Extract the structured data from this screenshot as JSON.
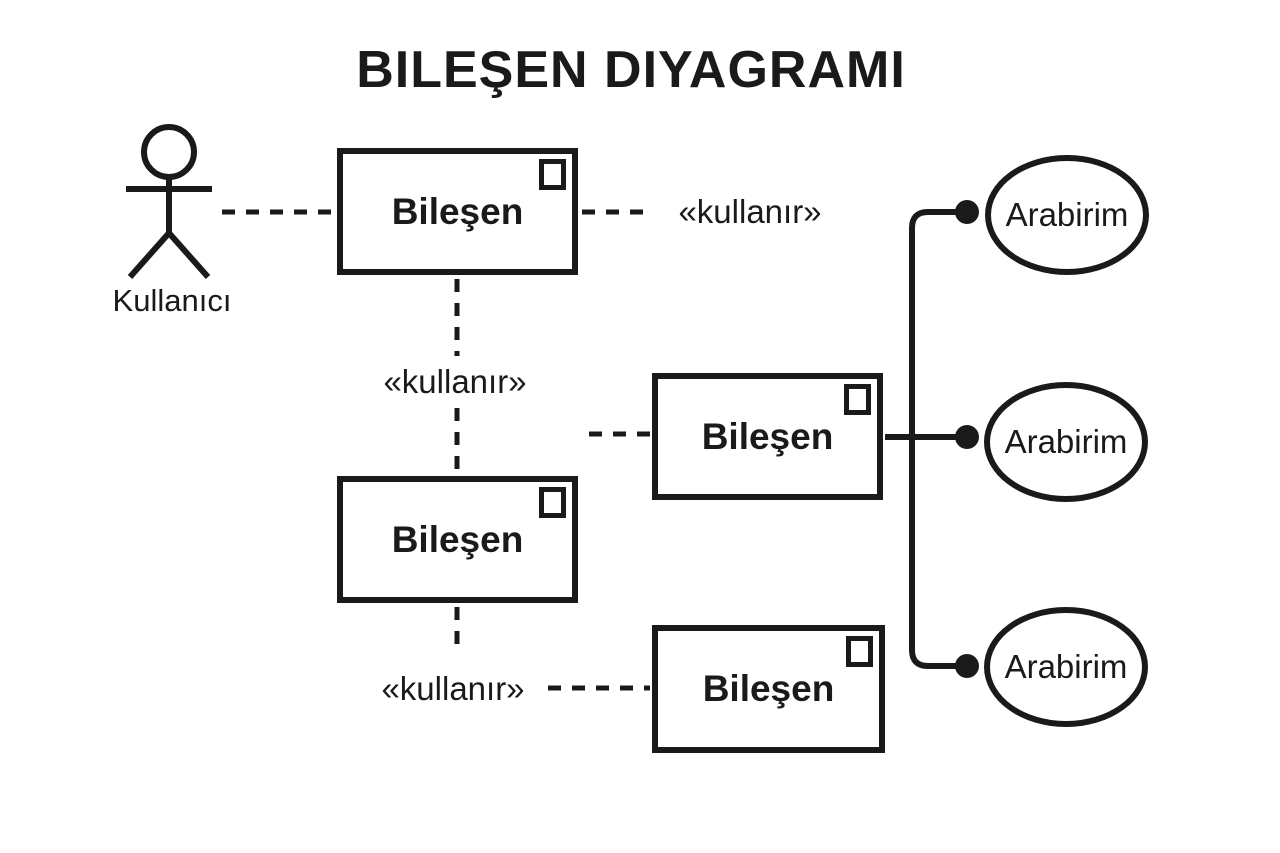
{
  "title": "BILEŞEN DIYAGRAMI",
  "colors": {
    "ink": "#1a1a1a",
    "background": "#ffffff"
  },
  "actor": {
    "label": "Kullanıcı"
  },
  "components": [
    {
      "label": "Bileşen"
    },
    {
      "label": "Bileşen"
    },
    {
      "label": "Bileşen"
    },
    {
      "label": "Bileşen"
    }
  ],
  "interfaces": [
    {
      "label": "Arabirim"
    },
    {
      "label": "Arabirim"
    },
    {
      "label": "Arabirim"
    }
  ],
  "connector_labels": [
    {
      "text": "«kullanır»"
    },
    {
      "text": "«kullanır»"
    },
    {
      "text": "«kullanır»"
    }
  ]
}
